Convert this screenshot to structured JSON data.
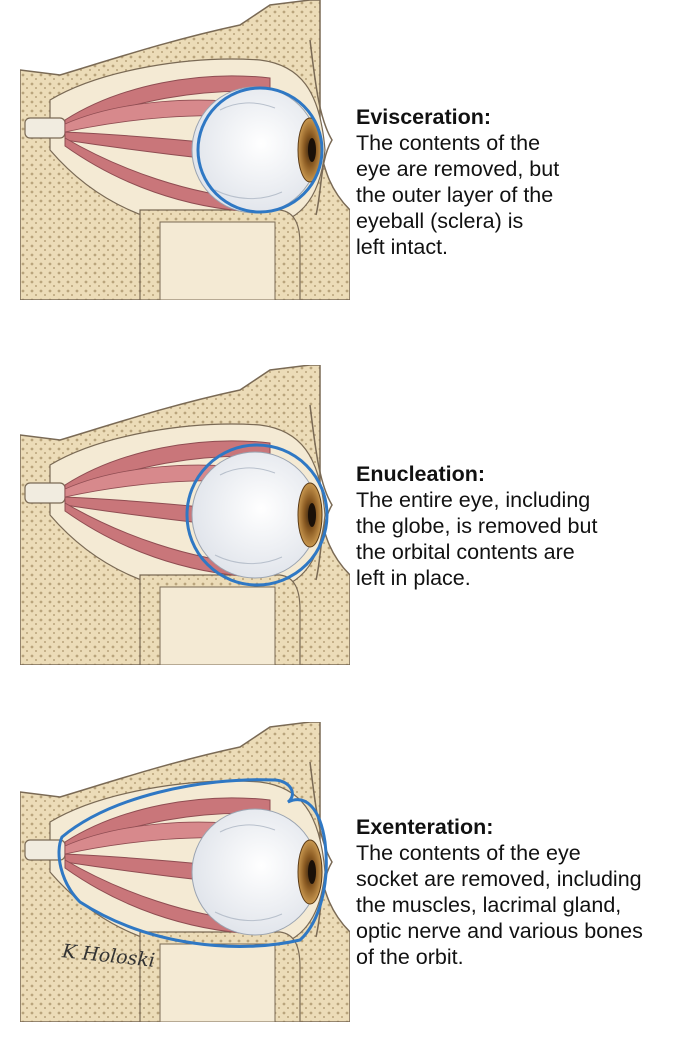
{
  "procedures": [
    {
      "title": "Evisceration:",
      "description": "The contents of the\neye are removed, but\nthe outer layer of the\neyeball (sclera) is\nleft intact."
    },
    {
      "title": "Enucleation:",
      "description": "The entire eye, including\nthe globe, is removed but\nthe orbital contents are\nleft in place."
    },
    {
      "title": "Exenteration:",
      "description": "The contents of the eye\nsocket are removed, including\nthe muscles, lacrimal gland,\noptic nerve and various bones\nof the orbit."
    }
  ],
  "signature": "K Holoski",
  "colors": {
    "bone": "#ecdcb8",
    "bone_outline": "#7a6a55",
    "muscle": "#c9767a",
    "muscle_light": "#e8b0ae",
    "outline": "#2f78c4",
    "iris": "#8a5a22"
  }
}
